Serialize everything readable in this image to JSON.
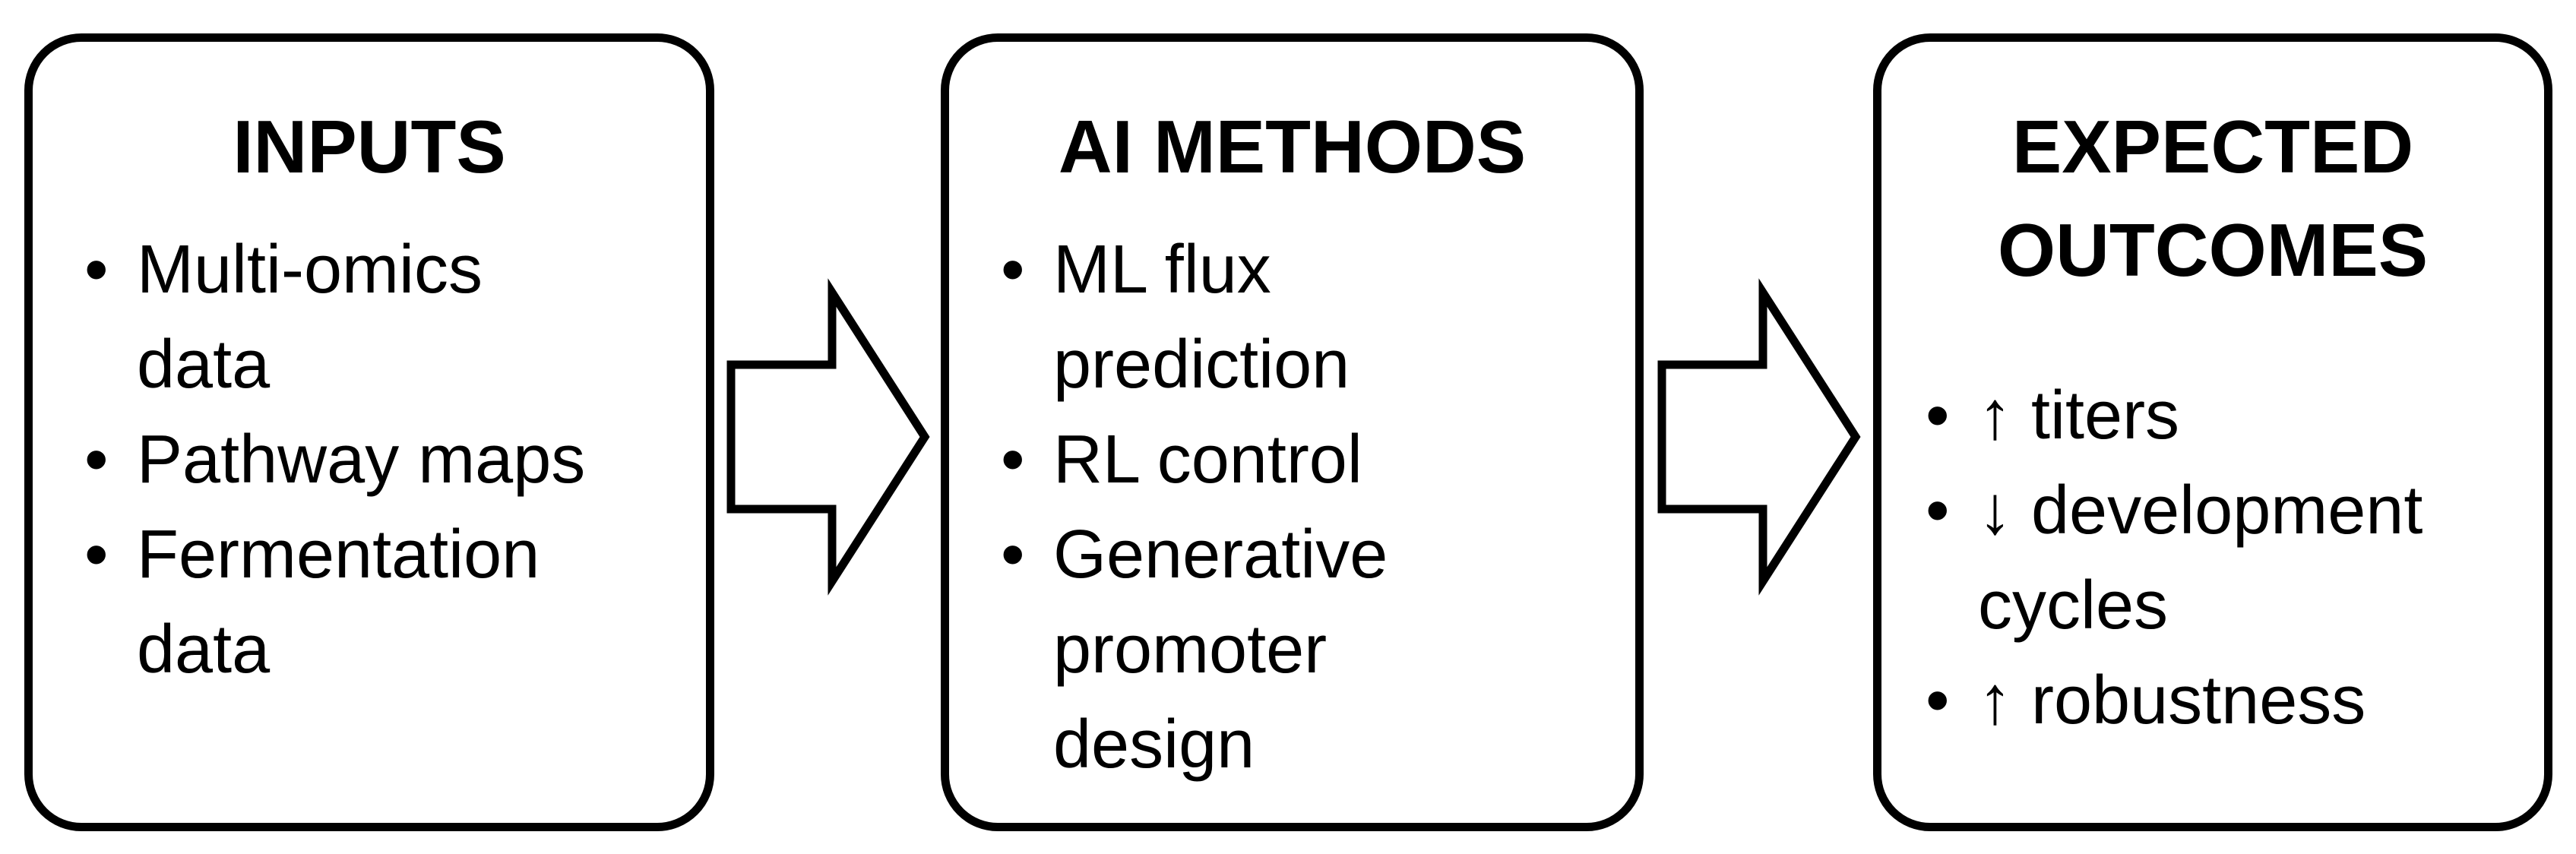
{
  "boxes": [
    {
      "title_lines": [
        "INPUTS"
      ],
      "bullets": [
        {
          "bullet": "•",
          "lines": [
            "Multi-omics",
            "data"
          ]
        },
        {
          "bullet": "•",
          "lines": [
            "Pathway maps"
          ]
        },
        {
          "bullet": "•",
          "lines": [
            "Fermentation",
            "data"
          ]
        }
      ]
    },
    {
      "title_lines": [
        "AI METHODS"
      ],
      "bullets": [
        {
          "bullet": "•",
          "lines": [
            "ML flux",
            "prediction"
          ]
        },
        {
          "bullet": "•",
          "lines": [
            "RL control"
          ]
        },
        {
          "bullet": "•",
          "lines": [
            "Generative",
            "promoter",
            "design"
          ]
        }
      ]
    },
    {
      "title_lines": [
        "EXPECTED",
        "OUTCOMES"
      ],
      "bullets": [
        {
          "bullet": "•",
          "lines": [
            "↑ titers"
          ]
        },
        {
          "bullet": "•",
          "lines": [
            "↓ development",
            "cycles"
          ]
        },
        {
          "bullet": "•",
          "lines": [
            "↑ robustness"
          ]
        }
      ]
    }
  ],
  "colors": {
    "stroke": "#000000",
    "fill": "#ffffff",
    "text": "#000000"
  }
}
